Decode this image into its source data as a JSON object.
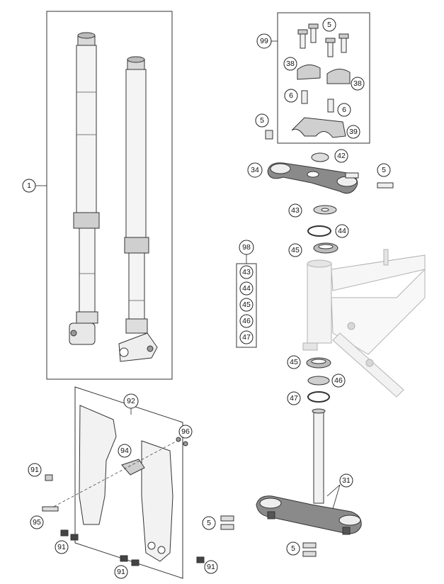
{
  "diagram": {
    "callouts": {
      "fork_assembly": "1",
      "clamp_kit": "99",
      "screw_top": "5",
      "clamp_left": "38",
      "clamp_right": "38",
      "bolt_left": "6",
      "bolt_right": "6",
      "bolt_side": "5",
      "clamp_lower": "39",
      "nut": "42",
      "top_triple_clamp": "34",
      "screw_triple": "5",
      "bearing_seal_upper": "43",
      "oring_upper": "44",
      "bearing_kit": "98",
      "bearing_upper": "45",
      "kit_43": "43",
      "kit_44": "44",
      "kit_45": "45",
      "kit_46": "46",
      "kit_47": "47",
      "bearing_lower": "45",
      "seal_lower": "46",
      "oring_lower": "47",
      "fork_protector": "92",
      "washer": "96",
      "bracket": "94",
      "screw_91_left": "91",
      "screw_95": "95",
      "screw_91_bottom_left": "91",
      "screw_91_bottom_mid": "91",
      "screw_91_bottom_right": "91",
      "lower_triple_clamp": "31",
      "screw_5_lower_a": "5",
      "screw_5_lower_b": "5"
    },
    "colors": {
      "line": "#333333",
      "fill_light": "#f2f2f2",
      "fill_mid": "#d9d9d9",
      "fill_dark": "#6b6b6b"
    }
  }
}
